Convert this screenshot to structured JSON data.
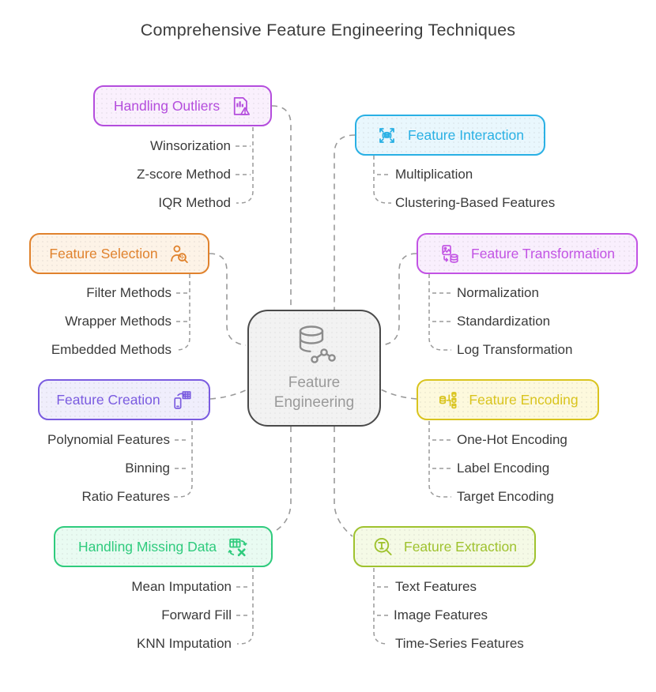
{
  "title": "Comprehensive Feature Engineering Techniques",
  "connector_color": "#9a9a9a",
  "center": {
    "label_line1": "Feature",
    "label_line2": "Engineering",
    "icon": "database-graph-icon",
    "border_color": "#4a4a4a",
    "bg_color": "#f2f2f2",
    "text_color": "#9a9a9a"
  },
  "branches": [
    {
      "id": "handling-outliers",
      "label": "Handling Outliers",
      "icon": "chart-document-warning-icon",
      "side": "left",
      "color": "#b44ddd",
      "bg": "#faf0fd",
      "items": [
        "Winsorization",
        "Z-score Method",
        "IQR Method"
      ]
    },
    {
      "id": "feature-interaction",
      "label": "Feature Interaction",
      "icon": "expand-database-icon",
      "side": "right",
      "color": "#29b0e4",
      "bg": "#e9f7fd",
      "items": [
        "Multiplication",
        "Clustering-Based Features"
      ]
    },
    {
      "id": "feature-selection",
      "label": "Feature Selection",
      "icon": "person-search-icon",
      "side": "left",
      "color": "#e0822d",
      "bg": "#fdf3e7",
      "items": [
        "Filter Methods",
        "Wrapper Methods",
        "Embedded Methods"
      ]
    },
    {
      "id": "feature-transformation",
      "label": "Feature Transformation",
      "icon": "image-to-database-icon",
      "side": "right",
      "color": "#c253e4",
      "bg": "#f9effd",
      "items": [
        "Normalization",
        "Standardization",
        "Log Transformation"
      ]
    },
    {
      "id": "feature-creation",
      "label": "Feature Creation",
      "icon": "phone-to-table-icon",
      "side": "left",
      "color": "#7a5be0",
      "bg": "#f0eefc",
      "items": [
        "Polynomial Features",
        "Binning",
        "Ratio Features"
      ]
    },
    {
      "id": "feature-encoding",
      "label": "Feature Encoding",
      "icon": "database-split-icon",
      "side": "right",
      "color": "#d9c41e",
      "bg": "#fdf9dd",
      "items": [
        "One-Hot Encoding",
        "Label Encoding",
        "Target Encoding"
      ]
    },
    {
      "id": "handling-missing-data",
      "label": "Handling Missing Data",
      "icon": "table-refresh-x-icon",
      "side": "left",
      "color": "#2fcb7d",
      "bg": "#e9fbf2",
      "items": [
        "Mean Imputation",
        "Forward Fill",
        "KNN Imputation"
      ]
    },
    {
      "id": "feature-extraction",
      "label": "Feature Extraction",
      "icon": "text-magnifier-icon",
      "side": "right",
      "color": "#9fc22e",
      "bg": "#f5fae6",
      "items": [
        "Text Features",
        "Image Features",
        "Time-Series Features"
      ]
    }
  ]
}
